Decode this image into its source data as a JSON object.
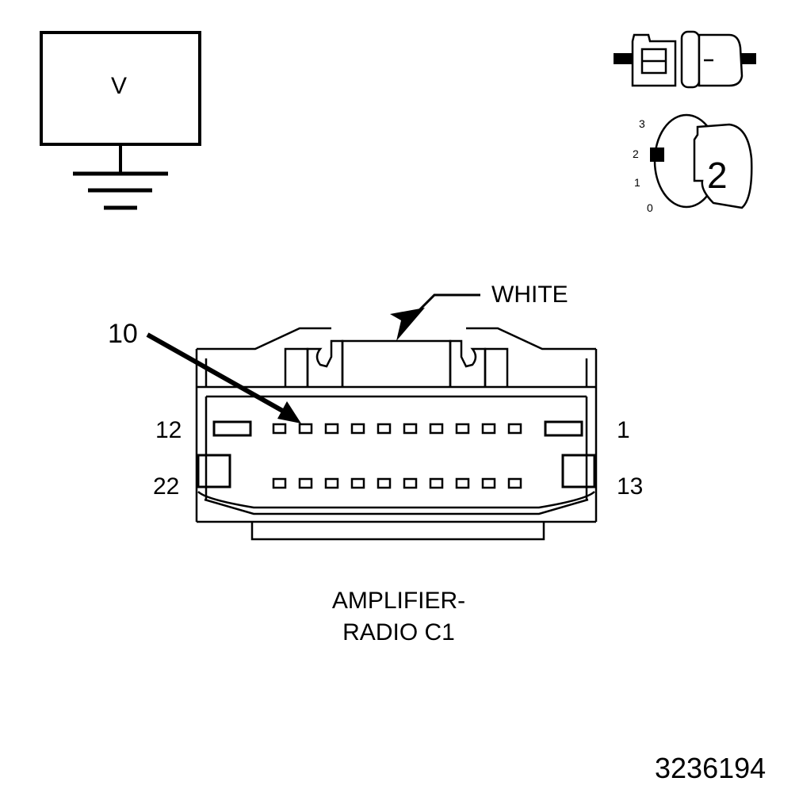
{
  "meter": {
    "label": "V"
  },
  "key_switch": {
    "positions": [
      "3",
      "2",
      "1",
      "0"
    ],
    "selected": "2"
  },
  "connector": {
    "color": "WHITE",
    "callout_pin": "10",
    "pin_labels": {
      "top_left": "12",
      "top_right": "1",
      "bottom_left": "22",
      "bottom_right": "13"
    },
    "title_line1": "AMPLIFIER-",
    "title_line2": "RADIO C1"
  },
  "figure_id": "3236194"
}
